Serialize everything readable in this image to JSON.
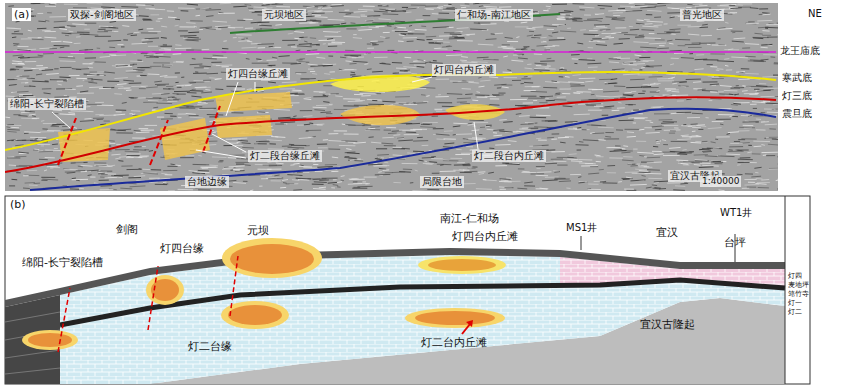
{
  "diagram": {
    "labels": [
      "(a)",
      "双探-剑阁地区",
      "元坝地区",
      "仁和场-南江地区",
      "普光地区",
      "NE",
      "龙王庙底",
      "寒武底",
      "灯三底",
      "震旦底",
      "灯四台缘丘滩",
      "灯四台内丘滩",
      "绵阳-长宁裂陷槽",
      "灯二段台缘丘滩",
      "灯二段台内丘滩",
      "台地边缘",
      "局限台地",
      "宜汉古隆起",
      "1:40000",
      "(b)",
      "绵阳-长宁裂陷槽",
      "剑阁",
      "灯四台缘",
      "元坝",
      "南江-仁和场",
      "灯四台内丘滩",
      "MS1井",
      "宜汉",
      "WT1井",
      "台坪",
      "宜汉古隆起",
      "灯二台缘",
      "灯二台内丘滩",
      "灯四",
      "麦地坪",
      "筇竹寺",
      "灯一",
      "灯二"
    ]
  }
}
